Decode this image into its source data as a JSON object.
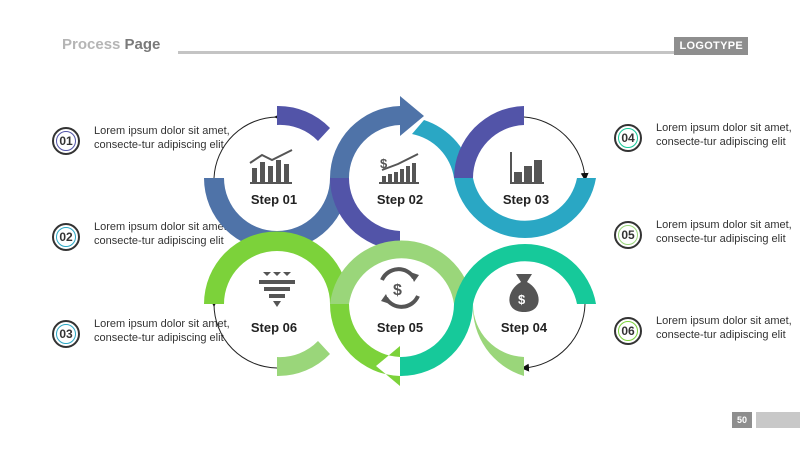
{
  "header": {
    "title_light": "Process ",
    "title_strong": "Page",
    "logo": "LOGOTYPE"
  },
  "footer": {
    "page_number": "50"
  },
  "colors": {
    "blue": "#4f73a8",
    "indigo": "#5254a8",
    "teal": "#2aa7c4",
    "green": "#7cd23a",
    "light_green": "#9ad67a",
    "sea_green": "#16c99a"
  },
  "steps": [
    {
      "label": "Step 01",
      "icon": "bar-chart-trend-icon"
    },
    {
      "label": "Step 02",
      "icon": "dollar-growth-chart-icon"
    },
    {
      "label": "Step 03",
      "icon": "bar-chart-icon"
    },
    {
      "label": "Step 04",
      "icon": "money-bag-icon"
    },
    {
      "label": "Step 05",
      "icon": "dollar-cycle-icon"
    },
    {
      "label": "Step 06",
      "icon": "funnel-icon"
    }
  ],
  "items": [
    {
      "number": "01",
      "text": "Lorem ipsum dolor sit amet, consecte-tur adipiscing elit",
      "color": "#5254a8"
    },
    {
      "number": "02",
      "text": "Lorem ipsum dolor sit amet, consecte-tur adipiscing elit",
      "color": "#2aa7c4"
    },
    {
      "number": "03",
      "text": "Lorem ipsum dolor sit amet, consecte-tur adipiscing elit",
      "color": "#2aa7c4"
    },
    {
      "number": "04",
      "text": "Lorem ipsum dolor sit amet, consecte-tur adipiscing elit",
      "color": "#16c99a"
    },
    {
      "number": "05",
      "text": "Lorem ipsum dolor sit amet, consecte-tur adipiscing elit",
      "color": "#9ad67a"
    },
    {
      "number": "06",
      "text": "Lorem ipsum dolor sit amet, consecte-tur adipiscing elit",
      "color": "#7cd23a"
    }
  ]
}
